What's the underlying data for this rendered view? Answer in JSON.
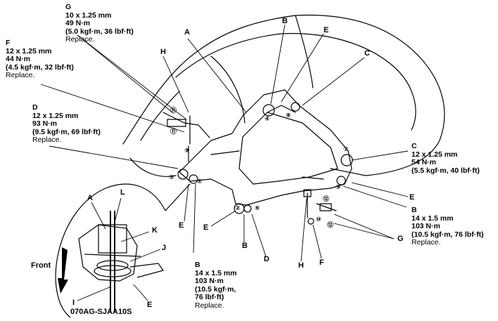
{
  "letters": {
    "A_top": "A",
    "B_top": "B",
    "E_top": "E",
    "C_top": "C",
    "H_top": "H",
    "E_right": "E",
    "E_bottom": "E",
    "B_bottom": "B",
    "D_bottom": "D",
    "H_bottom": "H",
    "F_bottom": "F",
    "A_inset": "A",
    "L_inset": "L",
    "K_inset": "K",
    "J_inset": "J",
    "I_inset": "I",
    "E_inset": "E"
  },
  "circled": {
    "n11a": "⑪",
    "n11b": "⑪",
    "n9": "⑨",
    "n4": "④",
    "n8": "⑧",
    "n7": "⑦",
    "n3": "③",
    "n5": "⑤",
    "n1": "①",
    "n2": "②",
    "n6": "⑥",
    "n12a": "⑫",
    "n12b": "⑫",
    "n10": "⑩"
  },
  "specs": {
    "G": {
      "letter": "G",
      "size": "10 x 1.25 mm",
      "torque": "49 N·m",
      "alt": "(5.0 kgf·m, 36 lbf·ft)",
      "note": "Replace."
    },
    "F": {
      "letter": "F",
      "size": "12 x 1.25 mm",
      "torque": "44 N·m",
      "alt": "(4.5 kgf·m, 32 lbf·ft)",
      "note": "Replace."
    },
    "D": {
      "letter": "D",
      "size": "12 x 1.25 mm",
      "torque": "93 N·m",
      "alt": "(9.5 kgf·m, 69 lbf·ft)",
      "note": "Replace."
    },
    "C": {
      "letter": "C",
      "size": "12 x 1.25 mm",
      "torque": "54 N·m",
      "alt": "(5.5 kgf·m, 40 lbf·ft)"
    },
    "B_right": {
      "letter": "B",
      "size": "14 x 1.5 mm",
      "torque": "103 N·m",
      "alt": "(10.5 kgf·m, 76 lbf·ft)",
      "note": "Replace.",
      "g": "G"
    },
    "B_mid": {
      "letter": "B",
      "size": "14 x 1.5 mm",
      "torque": "103 N·m",
      "alt1": "(10.5 kgf·m,",
      "alt2": "76 lbf·ft)",
      "note": "Replace."
    }
  },
  "front_label": "Front",
  "part_number": "070AG-SJAA10S"
}
